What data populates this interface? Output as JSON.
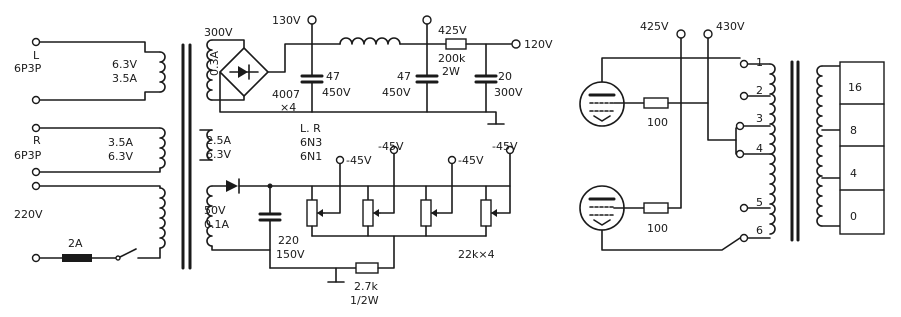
{
  "power_supply": {
    "filaments": {
      "left_label": "L",
      "left_tube": "6P3P",
      "left_v": "6.3V",
      "left_a": "3.5A",
      "right_label": "R",
      "right_tube": "6P3P",
      "right_a": "3.5A",
      "right_v": "6.3V"
    },
    "mains": {
      "voltage": "220V",
      "fuse": "2A"
    },
    "hv": {
      "winding": "300V",
      "current": "0.3A",
      "rectifier": "4007",
      "rectifier_qty": "×4",
      "node_130": "130V",
      "cap1_value": "47",
      "cap1_voltage": "450V",
      "cap2_value": "47",
      "cap2_voltage": "450V",
      "node_425": "425V",
      "res_value": "200k",
      "res_watt": "2W",
      "out_120": "120V",
      "cap3_value": "20",
      "cap3_voltage": "300V"
    },
    "driver_heater": {
      "current": "2.5A",
      "voltage": "6.3V",
      "label_lr": "L. R",
      "tube1": "6N3",
      "tube2": "6N1"
    },
    "bias": {
      "winding_v": "50V",
      "winding_a": "0.1A",
      "cap_value": "220",
      "cap_voltage": "150V",
      "res_value": "2.7k",
      "res_watt": "1/2W",
      "pot_label": "22k×4",
      "taps": [
        "-45V",
        "-45V",
        "-45V",
        "-45V"
      ]
    }
  },
  "output_stage": {
    "b_plus_1": "425V",
    "b_plus_2": "430V",
    "grid_res_top": "100",
    "grid_res_bottom": "100",
    "primary_taps": [
      "1",
      "2",
      "3",
      "4",
      "5",
      "6"
    ],
    "secondary_taps": [
      "16",
      "8",
      "4",
      "0"
    ]
  }
}
